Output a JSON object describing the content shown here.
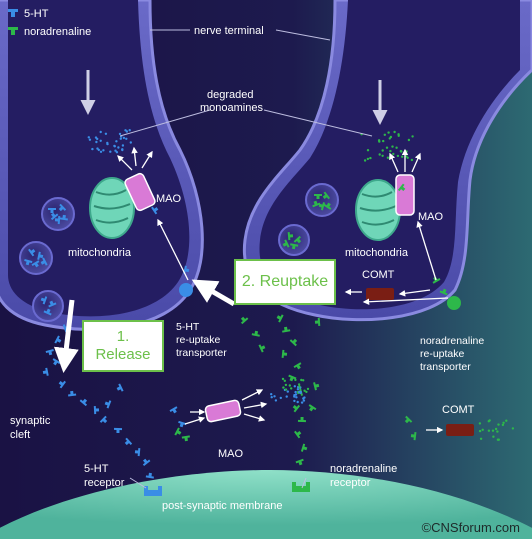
{
  "legend": {
    "serotonin": "5-HT",
    "noradrenaline": "noradrenaline"
  },
  "labels": {
    "nerve_terminal": "nerve terminal",
    "degraded_line1": "degraded",
    "degraded_line2": "monoamines",
    "mao_left": "MAO",
    "mao_right": "MAO",
    "mao_cleft": "MAO",
    "mito_left": "mitochondria",
    "mito_right": "mitochondria",
    "comt_presyn": "COMT",
    "comt_cleft": "COMT",
    "ht_transporter_1": "5-HT",
    "ht_transporter_2": "re-uptake",
    "ht_transporter_3": "transporter",
    "na_transporter_1": "noradrenaline",
    "na_transporter_2": "re-uptake",
    "na_transporter_3": "transporter",
    "synaptic_1": "synaptic",
    "synaptic_2": "cleft",
    "ht_receptor_1": "5-HT",
    "ht_receptor_2": "receptor",
    "na_receptor_1": "noradrenaline",
    "na_receptor_2": "receptor",
    "postsyn": "post-synaptic membrane"
  },
  "steps": {
    "release_num": "1.",
    "release_text": "Release",
    "reuptake": "2. Reuptake"
  },
  "copyright": "©CNSforum.com",
  "colors": {
    "serotonin": "#3a8de6",
    "noradrenaline": "#2db84a",
    "mao": "#d97ad6",
    "mitochondria": "#6fd6b8",
    "comt": "#7a1e14",
    "step_box_border": "#6cc04a"
  }
}
